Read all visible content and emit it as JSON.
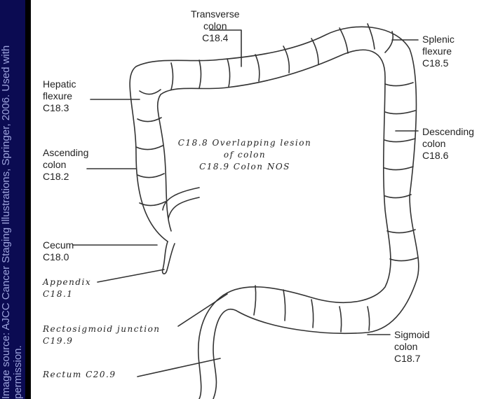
{
  "credit": "Image source: AJCC Cancer Staging Illustrations, Springer, 2006. Used with permission.",
  "labels": {
    "transverse": "Transverse\ncolon\nC18.4",
    "splenic": "Splenic\nflexure\nC18.5",
    "hepatic": "Hepatic\nflexure\nC18.3",
    "descending": "Descending\ncolon\nC18.6",
    "ascending": "Ascending\ncolon\nC18.2",
    "cecum": "Cecum\nC18.0",
    "sigmoid": "Sigmoid\ncolon\nC18.7",
    "appendix": "Appendix\nC18.1",
    "rectosigmoid": "Rectosigmoid junction\nC19.9",
    "rectum": "Rectum C20.9",
    "center": "C18.8 Overlapping lesion\nof colon\nC18.9 Colon NOS"
  },
  "colors": {
    "sidebar": "#0b0b52",
    "credit_text": "#9da3dd",
    "outline": "#333333"
  }
}
